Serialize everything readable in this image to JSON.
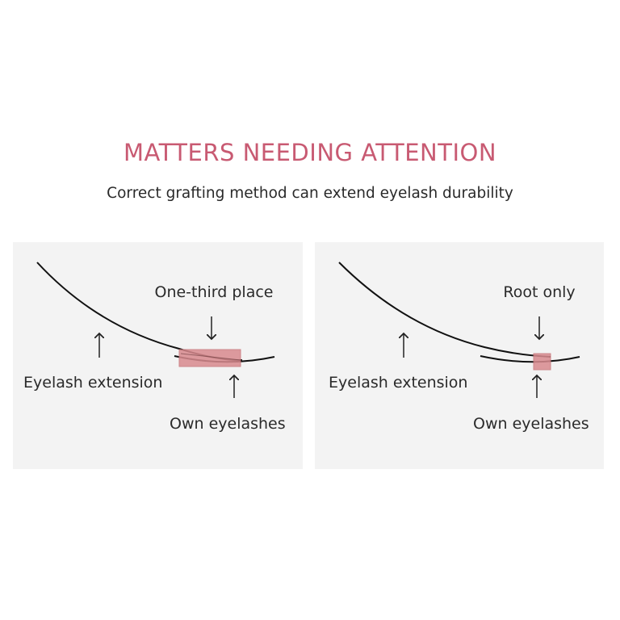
{
  "header": {
    "title": "MATTERS NEEDING ATTENTION",
    "subtitle": "Correct grafting method can extend eyelash durability"
  },
  "colors": {
    "accent": "#c85a72",
    "panel_bg": "#f3f3f3",
    "bond": "#d98a8f"
  },
  "panels": [
    {
      "placement_label": "One-third place",
      "extension_label": "Eyelash extension",
      "own_label": "Own eyelashes"
    },
    {
      "placement_label": "Root only",
      "extension_label": "Eyelash extension",
      "own_label": "Own eyelashes"
    }
  ]
}
